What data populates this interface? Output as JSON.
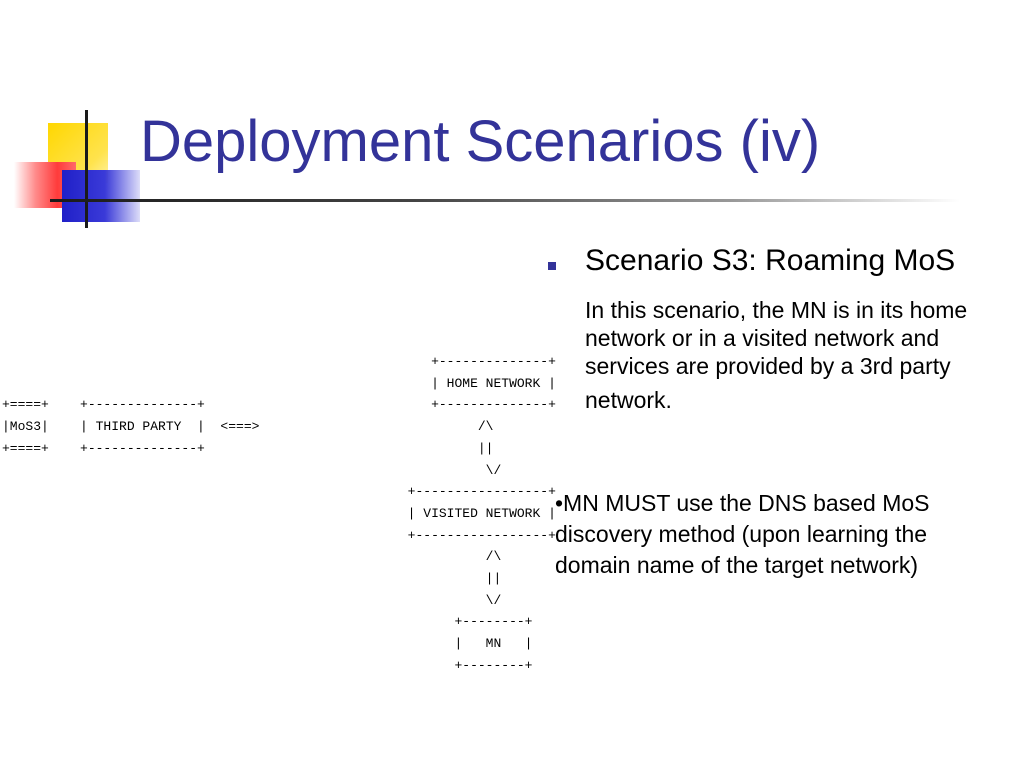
{
  "slide": {
    "title": "Deployment Scenarios (iv)",
    "diagram_ascii": "                                                       +--------------+\n                                                       | HOME NETWORK |\n+====+    +--------------+                             +--------------+\n|MoS3|    | THIRD PARTY  |  <===>                            /\\\n+====+    +--------------+                                   ||\n                                                              \\/\n                                                    +-----------------+\n                                                    | VISITED NETWORK |\n                                                    +-----------------+\n                                                              /\\\n                                                              ||\n                                                              \\/\n                                                          +--------+\n                                                          |   MN   |\n                                                          +--------+",
    "bullet_heading": "Scenario S3: Roaming MoS",
    "bullet_body_line1": " In this scenario, the MN is in its home",
    "bullet_body_line2": "network or in a visited network and",
    "bullet_body_line3": "services are provided by a 3rd party",
    "bullet_body_line4": "network.",
    "note_line1": "•MN MUST use the DNS based MoS",
    "note_line2": "discovery method (upon learning the",
    "note_line3": "domain name of the target network)"
  },
  "colors": {
    "title": "#333399",
    "bullet": "#333399",
    "accent_yellow": "#ffd700",
    "accent_red": "#ff3b3b",
    "accent_blue": "#2020c8"
  },
  "icons": {
    "bullet": "square-bullet-icon"
  }
}
